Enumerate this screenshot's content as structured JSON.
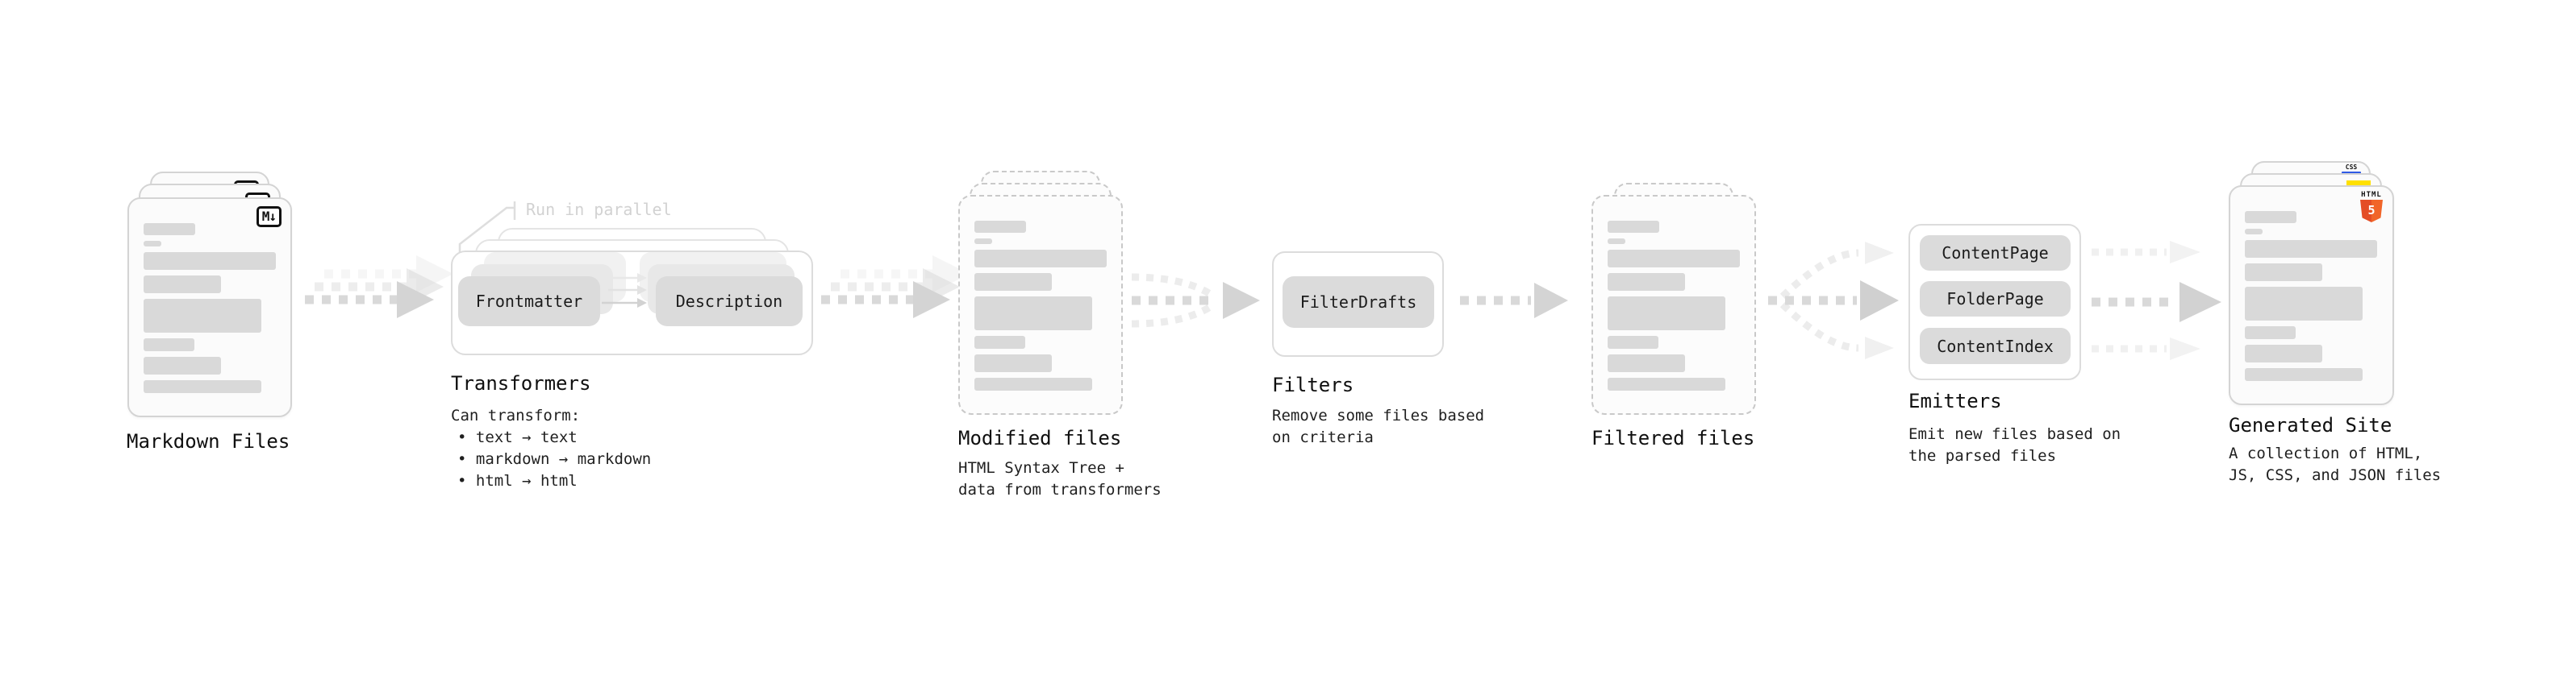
{
  "stages": {
    "markdown_files": {
      "label": "Markdown Files",
      "badge": "M↓"
    },
    "transformers": {
      "title": "Transformers",
      "callout": "Run in parallel",
      "pills": [
        "Frontmatter",
        "Description"
      ],
      "description_heading": "Can transform:",
      "bullets": [
        "text → text",
        "markdown → markdown",
        "html → html"
      ]
    },
    "modified_files": {
      "label": "Modified files",
      "description_lines": [
        "HTML Syntax Tree +",
        "data from transformers"
      ]
    },
    "filters": {
      "title": "Filters",
      "pill": "FilterDrafts",
      "description_lines": [
        "Remove some files based",
        "on criteria"
      ]
    },
    "filtered_files": {
      "label": "Filtered files"
    },
    "emitters": {
      "title": "Emitters",
      "pills": [
        "ContentPage",
        "FolderPage",
        "ContentIndex"
      ],
      "description_lines": [
        "Emit new files based on",
        "the parsed files"
      ]
    },
    "generated_site": {
      "label": "Generated Site",
      "description_lines": [
        "A collection of HTML,",
        "JS, CSS, and JSON files"
      ],
      "badges": {
        "css": "CSS",
        "html": "HTML",
        "html_number": "5"
      }
    }
  },
  "colors": {
    "html5_orange": "#E44D26",
    "html5_orange_light": "#F16529",
    "js_yellow": "#FFE000",
    "css_blue": "#2F5AE5",
    "skeleton_bar": "#d9d9d9",
    "arrow_gray": "#d9d9d9",
    "arrow_light": "#ececec"
  },
  "skeleton_bars": [
    {
      "w": 64,
      "h": 15
    },
    {
      "w": 22,
      "h": 7
    },
    {
      "w": 164,
      "h": 22
    },
    {
      "w": 96,
      "h": 22
    },
    {
      "w": 146,
      "h": 42
    },
    {
      "w": 63,
      "h": 16
    },
    {
      "w": 96,
      "h": 22
    },
    {
      "w": 146,
      "h": 16
    }
  ]
}
